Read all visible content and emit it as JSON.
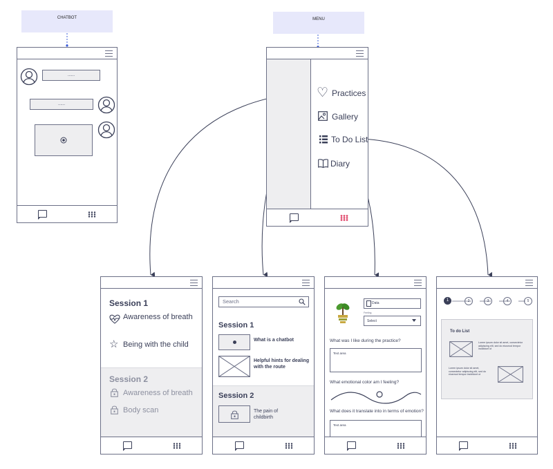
{
  "labels": {
    "chatbot": "CHATBOT",
    "menu": "MENU"
  },
  "chatbot": {
    "bubble1": "......",
    "bubble2": "......"
  },
  "menu": {
    "items": [
      {
        "label": "Practices",
        "icon": "heart-icon"
      },
      {
        "label": "Gallery",
        "icon": "image-icon"
      },
      {
        "label": "To Do List",
        "icon": "list-icon"
      },
      {
        "label": "Diary",
        "icon": "book-icon"
      }
    ]
  },
  "practices": {
    "session1": {
      "title": "Session 1",
      "items": [
        "Awareness of breath",
        "Being with the child"
      ]
    },
    "session2": {
      "title": "Session  2",
      "items": [
        "Awareness of breath",
        "Body scan"
      ]
    }
  },
  "gallery": {
    "search_placeholder": "Search",
    "session1": {
      "title": "Session 1",
      "items": [
        "What is a chatbot",
        "Helpful hints for dealing with the route"
      ]
    },
    "session2": {
      "title": "Session 2",
      "items": [
        "The pain of childbirth"
      ]
    }
  },
  "diary": {
    "date_field": "Data",
    "select_caption": "Feeling",
    "select_value": "Select",
    "q1": "What was I like during the practice?",
    "text_area_1": "Text area",
    "q2": "What emotional color am I feeling?",
    "q3": "What does it translate into in terms of emotion?",
    "text_area_2": "Text area"
  },
  "todo": {
    "steps": [
      "1",
      "2",
      "3",
      "4",
      "5"
    ],
    "title": "To do List",
    "lorem1": "Lorem ipsum dolor sit amet, consectetur adipiscing elit, sed do eiusmod tempor incididunt ut",
    "lorem2": "Lorem ipsum dolor sit amet, consectetur adipiscing elit, sed do eiusmod tempor incididunt ut"
  },
  "colors": {
    "accent": "#e0466a",
    "label_bg": "#e7e8fb",
    "stroke": "#6b6f86"
  }
}
